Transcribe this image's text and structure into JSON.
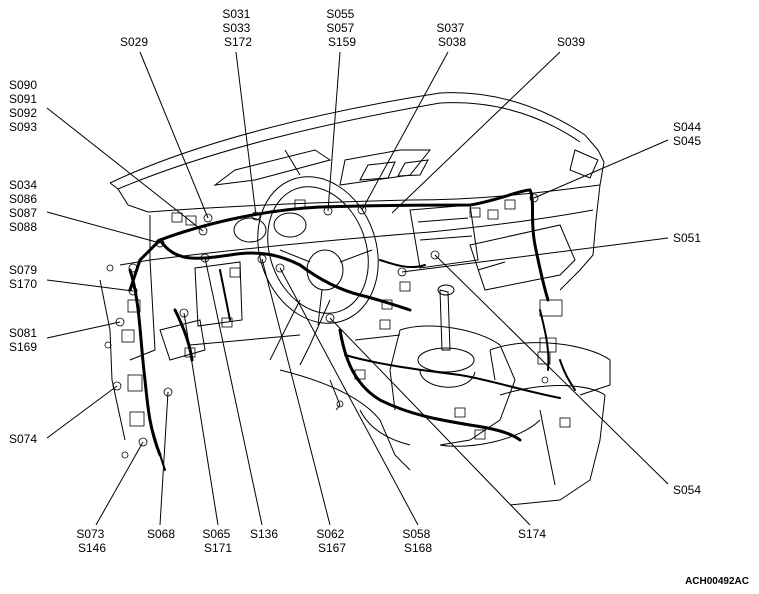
{
  "reference_code": "ACH00492AC",
  "callouts": [
    {
      "id": "s029",
      "lines": [
        "S029"
      ]
    },
    {
      "id": "s031",
      "lines": [
        "S031",
        "S033",
        "S172"
      ]
    },
    {
      "id": "s055",
      "lines": [
        "S055",
        "S057",
        "S159"
      ]
    },
    {
      "id": "s037",
      "lines": [
        "S037",
        "S038"
      ]
    },
    {
      "id": "s039",
      "lines": [
        "S039"
      ]
    },
    {
      "id": "s090",
      "lines": [
        "S090",
        "S091",
        "S092",
        "S093"
      ]
    },
    {
      "id": "s044",
      "lines": [
        "S044",
        "S045"
      ]
    },
    {
      "id": "s034",
      "lines": [
        "S034",
        "S086",
        "S087",
        "S088"
      ]
    },
    {
      "id": "s051",
      "lines": [
        "S051"
      ]
    },
    {
      "id": "s079",
      "lines": [
        "S079",
        "S170"
      ]
    },
    {
      "id": "s081",
      "lines": [
        "S081",
        "S169"
      ]
    },
    {
      "id": "s074",
      "lines": [
        "S074"
      ]
    },
    {
      "id": "s054",
      "lines": [
        "S054"
      ]
    },
    {
      "id": "s073",
      "lines": [
        "S073",
        "S146"
      ]
    },
    {
      "id": "s068",
      "lines": [
        "S068"
      ]
    },
    {
      "id": "s065",
      "lines": [
        "S065",
        "S171"
      ]
    },
    {
      "id": "s136",
      "lines": [
        "S136"
      ]
    },
    {
      "id": "s062",
      "lines": [
        "S062",
        "S167"
      ]
    },
    {
      "id": "s058",
      "lines": [
        "S058",
        "S168"
      ]
    },
    {
      "id": "s174",
      "lines": [
        "S174"
      ]
    }
  ]
}
